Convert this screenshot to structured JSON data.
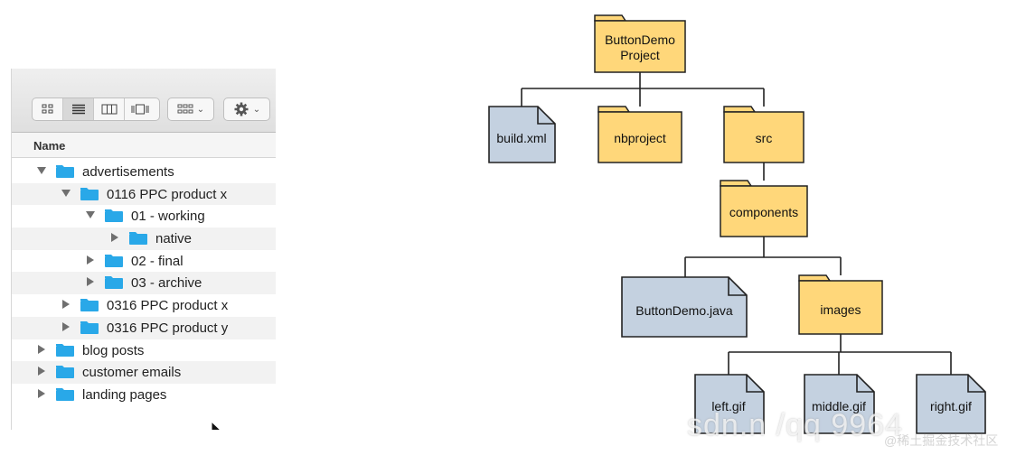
{
  "finder": {
    "column_header": "Name",
    "toolbar": {
      "view_buttons": [
        "icon-view-icon",
        "list-view-icon",
        "column-view-icon",
        "coverflow-view-icon"
      ],
      "arrange_icon": "arrange-grid-icon",
      "action_icon": "gear-icon"
    },
    "rows": [
      {
        "label": "advertisements",
        "level": 0,
        "expanded": true
      },
      {
        "label": "0116 PPC product x",
        "level": 1,
        "expanded": true
      },
      {
        "label": "01 - working",
        "level": 2,
        "expanded": true
      },
      {
        "label": "native",
        "level": 3,
        "expanded": false
      },
      {
        "label": "02 - final",
        "level": 2,
        "expanded": false
      },
      {
        "label": "03 - archive",
        "level": 2,
        "expanded": false
      },
      {
        "label": "0316 PPC product x",
        "level": 1,
        "expanded": false
      },
      {
        "label": "0316 PPC product y",
        "level": 1,
        "expanded": false
      },
      {
        "label": "blog posts",
        "level": 0,
        "expanded": false
      },
      {
        "label": "customer emails",
        "level": 0,
        "expanded": false
      },
      {
        "label": "landing pages",
        "level": 0,
        "expanded": false
      }
    ],
    "folder_color": "#29a8e8"
  },
  "tree": {
    "folder_fill": "#ffd77a",
    "file_fill": "#c4d1e0",
    "stroke": "#222222",
    "nodes": {
      "root": {
        "label1": "ButtonDemo",
        "label2": "Project",
        "kind": "folder"
      },
      "build": {
        "label": "build.xml",
        "kind": "file"
      },
      "nbproject": {
        "label": "nbproject",
        "kind": "folder"
      },
      "src": {
        "label": "src",
        "kind": "folder"
      },
      "components": {
        "label": "components",
        "kind": "folder"
      },
      "java": {
        "label": "ButtonDemo.java",
        "kind": "file"
      },
      "images": {
        "label": "images",
        "kind": "folder"
      },
      "left": {
        "label": "left.gif",
        "kind": "file"
      },
      "middle": {
        "label": "middle.gif",
        "kind": "file"
      },
      "right": {
        "label": "right.gif",
        "kind": "file"
      }
    }
  },
  "watermark": {
    "url_fragment": "sdn.n    /qq   9964",
    "site": "@稀土掘金技术社区"
  }
}
